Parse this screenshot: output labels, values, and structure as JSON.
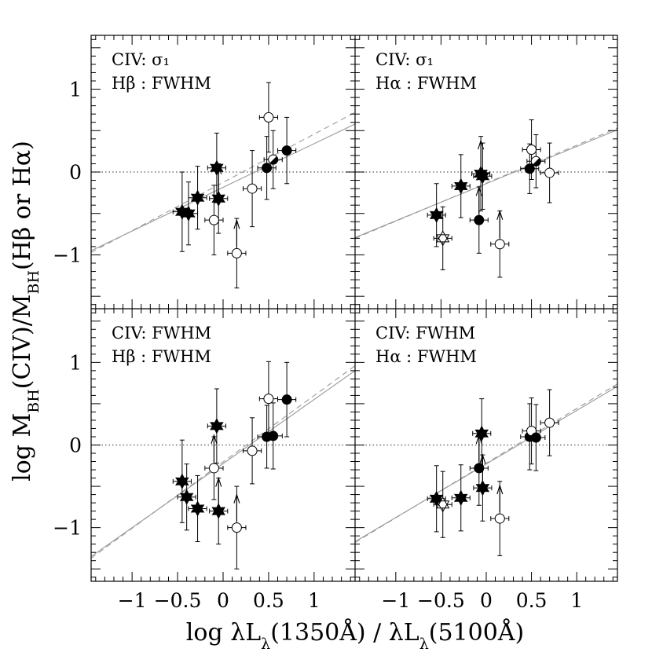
{
  "figure": {
    "ylabel": "log M_BH(CIV)/M_BH(Hβ or Hα)",
    "xlabel": "log λL_λ(1350Å) / λL_λ(5100Å)",
    "xticks": [
      "−1",
      "−0.5",
      "0",
      "0.5",
      "1"
    ],
    "yticks": [
      "1",
      "0",
      "−1"
    ]
  },
  "chart_data": [
    {
      "type": "scatter",
      "panel": "top-left",
      "label_line1": "CIV: σ₁",
      "label_line2": "Hβ : FWHM",
      "xlim": [
        -1.45,
        1.45
      ],
      "ylim": [
        -1.65,
        1.65
      ],
      "reference_line": 0,
      "fits": [
        {
          "style": "solid",
          "x": [
            -1.45,
            1.45
          ],
          "y": [
            -0.95,
            0.58
          ]
        },
        {
          "style": "dashed",
          "x": [
            -1.45,
            1.45
          ],
          "y": [
            -0.97,
            0.72
          ]
        }
      ],
      "points": [
        {
          "x": -0.45,
          "y": -0.48,
          "xerr": 0.1,
          "yerr": 0.48,
          "marker": "filled-star"
        },
        {
          "x": -0.38,
          "y": -0.5,
          "xerr": 0.1,
          "yerr": 0.38,
          "marker": "filled-star"
        },
        {
          "x": -0.28,
          "y": -0.31,
          "xerr": 0.1,
          "yerr": 0.38,
          "marker": "filled-star"
        },
        {
          "x": -0.07,
          "y": 0.05,
          "xerr": 0.1,
          "yerr": 0.42,
          "marker": "filled-star"
        },
        {
          "x": -0.05,
          "y": -0.32,
          "xerr": 0.1,
          "yerr": 0.42,
          "marker": "filled-star",
          "lower_limit": true
        },
        {
          "x": -0.1,
          "y": -0.58,
          "xerr": 0.1,
          "yerr": 0.42,
          "marker": "open-circle"
        },
        {
          "x": 0.15,
          "y": -0.98,
          "xerr": 0.1,
          "yerr": 0.42,
          "marker": "open-circle",
          "lower_limit": true
        },
        {
          "x": 0.32,
          "y": -0.2,
          "xerr": 0.1,
          "yerr": 0.46,
          "marker": "open-circle"
        },
        {
          "x": 0.48,
          "y": 0.05,
          "xerr": 0.1,
          "yerr": 0.38,
          "marker": "filled-circle"
        },
        {
          "x": 0.5,
          "y": 0.66,
          "xerr": 0.1,
          "yerr": 0.42,
          "marker": "open-circle"
        },
        {
          "x": 0.55,
          "y": 0.15,
          "xerr": 0.1,
          "yerr": 0.35,
          "marker": "half-circle"
        },
        {
          "x": 0.7,
          "y": 0.26,
          "xerr": 0.1,
          "yerr": 0.4,
          "marker": "filled-circle"
        }
      ]
    },
    {
      "type": "scatter",
      "panel": "top-right",
      "label_line1": "CIV: σ₁",
      "label_line2": "Hα : FWHM",
      "xlim": [
        -1.45,
        1.45
      ],
      "ylim": [
        -1.65,
        1.65
      ],
      "reference_line": 0,
      "fits": [
        {
          "style": "solid",
          "x": [
            -1.45,
            1.45
          ],
          "y": [
            -0.79,
            0.51
          ]
        },
        {
          "style": "dashed",
          "x": [
            -1.45,
            1.45
          ],
          "y": [
            -0.8,
            0.53
          ]
        }
      ],
      "points": [
        {
          "x": -0.55,
          "y": -0.52,
          "xerr": 0.1,
          "yerr": 0.38,
          "marker": "filled-star"
        },
        {
          "x": -0.48,
          "y": -0.8,
          "xerr": 0.1,
          "yerr": 0.38,
          "marker": "open-star"
        },
        {
          "x": -0.28,
          "y": -0.17,
          "xerr": 0.1,
          "yerr": 0.38,
          "marker": "filled-star"
        },
        {
          "x": -0.08,
          "y": -0.58,
          "xerr": 0.1,
          "yerr": 0.4,
          "marker": "filled-circle",
          "lower_limit": true
        },
        {
          "x": -0.06,
          "y": -0.02,
          "xerr": 0.1,
          "yerr": 0.45,
          "marker": "filled-star",
          "lower_limit": true
        },
        {
          "x": -0.04,
          "y": -0.05,
          "xerr": 0.1,
          "yerr": 0.4,
          "marker": "filled-star"
        },
        {
          "x": 0.15,
          "y": -0.87,
          "xerr": 0.1,
          "yerr": 0.4,
          "marker": "open-circle",
          "lower_limit": true
        },
        {
          "x": 0.48,
          "y": 0.04,
          "xerr": 0.1,
          "yerr": 0.3,
          "marker": "filled-circle"
        },
        {
          "x": 0.5,
          "y": 0.27,
          "xerr": 0.1,
          "yerr": 0.36,
          "marker": "open-circle"
        },
        {
          "x": 0.55,
          "y": 0.13,
          "xerr": 0.1,
          "yerr": 0.32,
          "marker": "half-circle"
        },
        {
          "x": 0.7,
          "y": -0.01,
          "xerr": 0.1,
          "yerr": 0.36,
          "marker": "open-circle"
        }
      ]
    },
    {
      "type": "scatter",
      "panel": "bottom-left",
      "label_line1": "CIV: FWHM",
      "label_line2": "Hβ : FWHM",
      "xlim": [
        -1.45,
        1.45
      ],
      "ylim": [
        -1.65,
        1.65
      ],
      "reference_line": 0,
      "fits": [
        {
          "style": "solid",
          "x": [
            -1.45,
            1.45
          ],
          "y": [
            -1.35,
            0.9
          ]
        },
        {
          "style": "dashed",
          "x": [
            -1.45,
            1.45
          ],
          "y": [
            -1.37,
            0.96
          ]
        }
      ],
      "points": [
        {
          "x": -0.45,
          "y": -0.44,
          "xerr": 0.1,
          "yerr": 0.5,
          "marker": "filled-star"
        },
        {
          "x": -0.4,
          "y": -0.63,
          "xerr": 0.1,
          "yerr": 0.4,
          "marker": "filled-star"
        },
        {
          "x": -0.28,
          "y": -0.77,
          "xerr": 0.1,
          "yerr": 0.4,
          "marker": "filled-star"
        },
        {
          "x": -0.1,
          "y": -0.28,
          "xerr": 0.1,
          "yerr": 0.38,
          "marker": "open-circle",
          "lower_limit": true
        },
        {
          "x": -0.07,
          "y": 0.23,
          "xerr": 0.1,
          "yerr": 0.45,
          "marker": "filled-star"
        },
        {
          "x": -0.05,
          "y": -0.8,
          "xerr": 0.1,
          "yerr": 0.4,
          "marker": "filled-star",
          "lower_limit": true
        },
        {
          "x": 0.15,
          "y": -1.0,
          "xerr": 0.1,
          "yerr": 0.5,
          "marker": "open-circle",
          "lower_limit": true
        },
        {
          "x": 0.32,
          "y": -0.07,
          "xerr": 0.1,
          "yerr": 0.4,
          "marker": "open-circle"
        },
        {
          "x": 0.48,
          "y": 0.1,
          "xerr": 0.1,
          "yerr": 0.38,
          "marker": "filled-circle"
        },
        {
          "x": 0.5,
          "y": 0.56,
          "xerr": 0.1,
          "yerr": 0.45,
          "marker": "open-circle"
        },
        {
          "x": 0.55,
          "y": 0.11,
          "xerr": 0.1,
          "yerr": 0.4,
          "marker": "filled-circle"
        },
        {
          "x": 0.7,
          "y": 0.55,
          "xerr": 0.1,
          "yerr": 0.45,
          "marker": "filled-circle"
        }
      ]
    },
    {
      "type": "scatter",
      "panel": "bottom-right",
      "label_line1": "CIV: FWHM",
      "label_line2": "Hα : FWHM",
      "xlim": [
        -1.45,
        1.45
      ],
      "ylim": [
        -1.65,
        1.65
      ],
      "reference_line": 0,
      "fits": [
        {
          "style": "solid",
          "x": [
            -1.45,
            1.45
          ],
          "y": [
            -1.17,
            0.71
          ]
        },
        {
          "style": "dashed",
          "x": [
            -1.45,
            1.45
          ],
          "y": [
            -1.18,
            0.74
          ]
        }
      ],
      "points": [
        {
          "x": -0.55,
          "y": -0.65,
          "xerr": 0.1,
          "yerr": 0.4,
          "marker": "filled-star"
        },
        {
          "x": -0.48,
          "y": -0.72,
          "xerr": 0.1,
          "yerr": 0.4,
          "marker": "open-star"
        },
        {
          "x": -0.28,
          "y": -0.64,
          "xerr": 0.1,
          "yerr": 0.4,
          "marker": "filled-star"
        },
        {
          "x": -0.08,
          "y": -0.28,
          "xerr": 0.1,
          "yerr": 0.45,
          "marker": "filled-circle",
          "lower_limit": true
        },
        {
          "x": -0.05,
          "y": 0.14,
          "xerr": 0.1,
          "yerr": 0.42,
          "marker": "filled-star"
        },
        {
          "x": -0.04,
          "y": -0.52,
          "xerr": 0.1,
          "yerr": 0.4,
          "marker": "filled-star",
          "lower_limit": true
        },
        {
          "x": 0.15,
          "y": -0.89,
          "xerr": 0.1,
          "yerr": 0.45,
          "marker": "open-circle",
          "lower_limit": true
        },
        {
          "x": 0.48,
          "y": 0.1,
          "xerr": 0.1,
          "yerr": 0.4,
          "marker": "filled-circle"
        },
        {
          "x": 0.5,
          "y": 0.17,
          "xerr": 0.1,
          "yerr": 0.4,
          "marker": "open-circle"
        },
        {
          "x": 0.55,
          "y": 0.09,
          "xerr": 0.1,
          "yerr": 0.4,
          "marker": "filled-circle"
        },
        {
          "x": 0.7,
          "y": 0.27,
          "xerr": 0.1,
          "yerr": 0.4,
          "marker": "open-circle"
        }
      ]
    }
  ]
}
